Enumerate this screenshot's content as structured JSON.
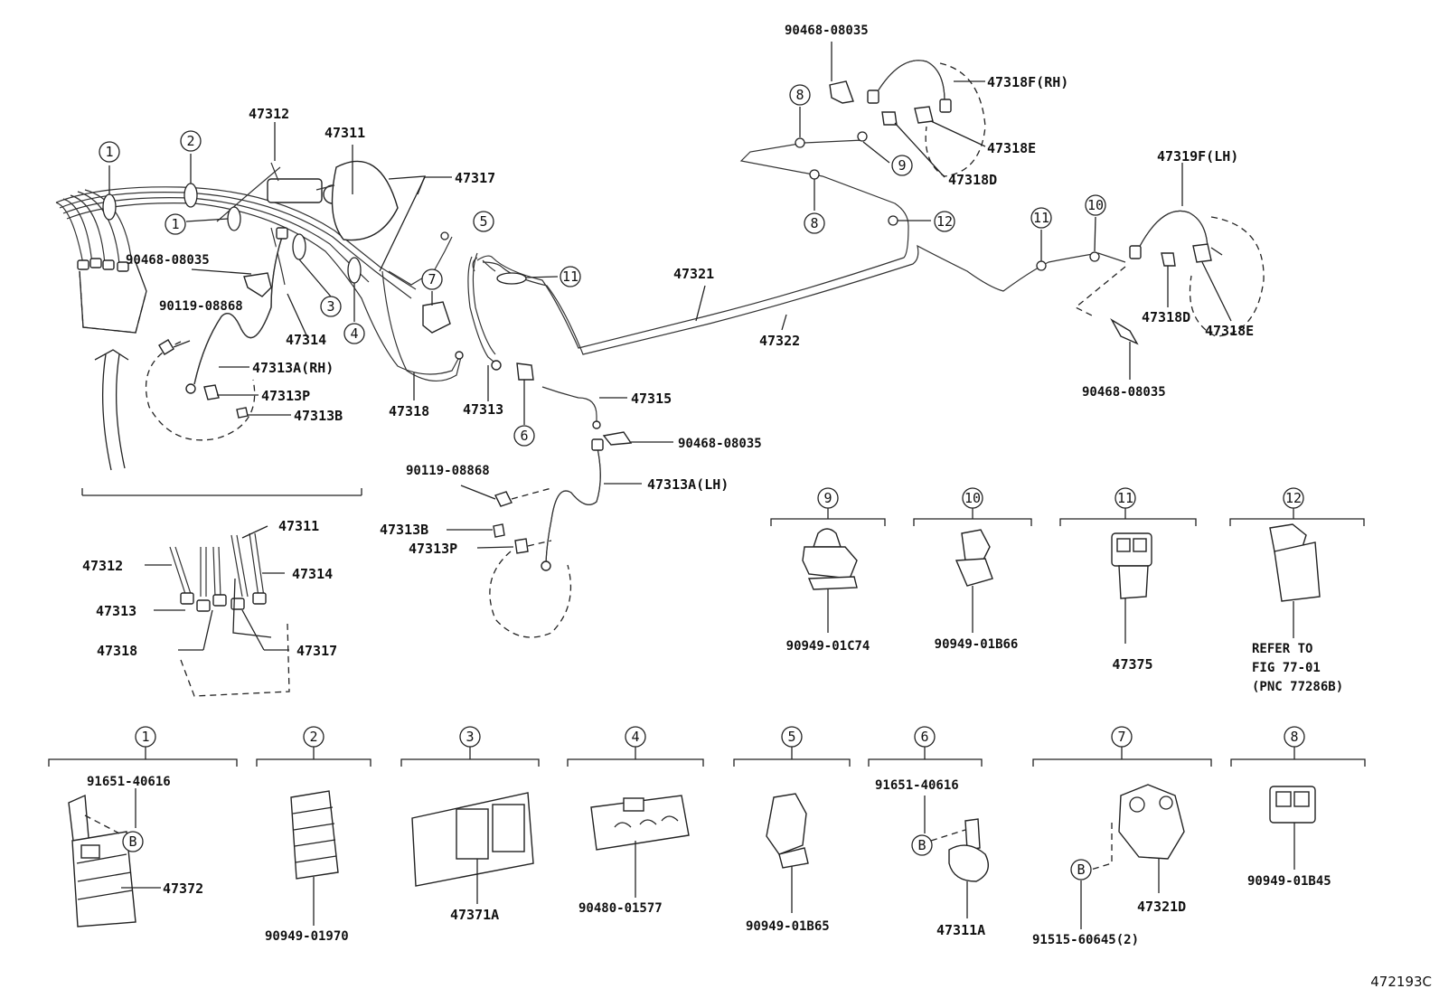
{
  "callouts": {
    "c1a": "1",
    "c2": "2",
    "c1b": "1",
    "c3": "3",
    "c4": "4",
    "c5": "5",
    "c7": "7",
    "c11a": "11",
    "c6": "6",
    "c8a": "8",
    "c9": "9",
    "c8b": "8",
    "c12": "12",
    "c11b": "11",
    "c10": "10"
  },
  "parts": {
    "p47312": "47312",
    "p47311": "47311",
    "p47317": "47317",
    "p90468a": "90468-08035",
    "p90119a": "90119-08868",
    "p47314": "47314",
    "p47313a_rh": "47313A(RH)",
    "p47313p": "47313P",
    "p47313b": "47313B",
    "p47318": "47318",
    "p47313": "47313",
    "p47315": "47315",
    "p90468b": "90468-08035",
    "p90119b": "90119-08868",
    "p47313a_lh": "47313A(LH)",
    "p47313b2": "47313B",
    "p47313p2": "47313P",
    "p47321": "47321",
    "p47322": "47322",
    "p90468c": "90468-08035",
    "p47318f": "47318F(RH)",
    "p47318e": "47318E",
    "p47318d": "47318D",
    "p47319f": "47319F(LH)",
    "p47318d2": "47318D",
    "p47318e2": "47318E",
    "p90468d": "90468-08035"
  },
  "inset": {
    "i47311": "47311",
    "i47312": "47312",
    "i47314": "47314",
    "i47313": "47313",
    "i47318": "47318",
    "i47317": "47317"
  },
  "clips": [
    {
      "num": "9",
      "part": "90949-01C74"
    },
    {
      "num": "10",
      "part": "90949-01B66"
    },
    {
      "num": "11",
      "part": "47375"
    },
    {
      "num": "12",
      "part": "REFER TO",
      "part2": "FIG 77-01",
      "part3": "(PNC 77286B)"
    }
  ],
  "bottom": [
    {
      "num": "1",
      "top": "91651-40616",
      "b": "B",
      "part": "47372"
    },
    {
      "num": "2",
      "part": "90949-01970"
    },
    {
      "num": "3",
      "part": "47371A"
    },
    {
      "num": "4",
      "part": "90480-01577"
    },
    {
      "num": "5",
      "part": "90949-01B65"
    },
    {
      "num": "6",
      "top": "91651-40616",
      "b": "B",
      "part": "47311A"
    },
    {
      "num": "7",
      "b": "B",
      "part": "47321D",
      "part2": "91515-60645(2)"
    },
    {
      "num": "8",
      "part": "90949-01B45"
    }
  ],
  "figure_id": "472193C"
}
